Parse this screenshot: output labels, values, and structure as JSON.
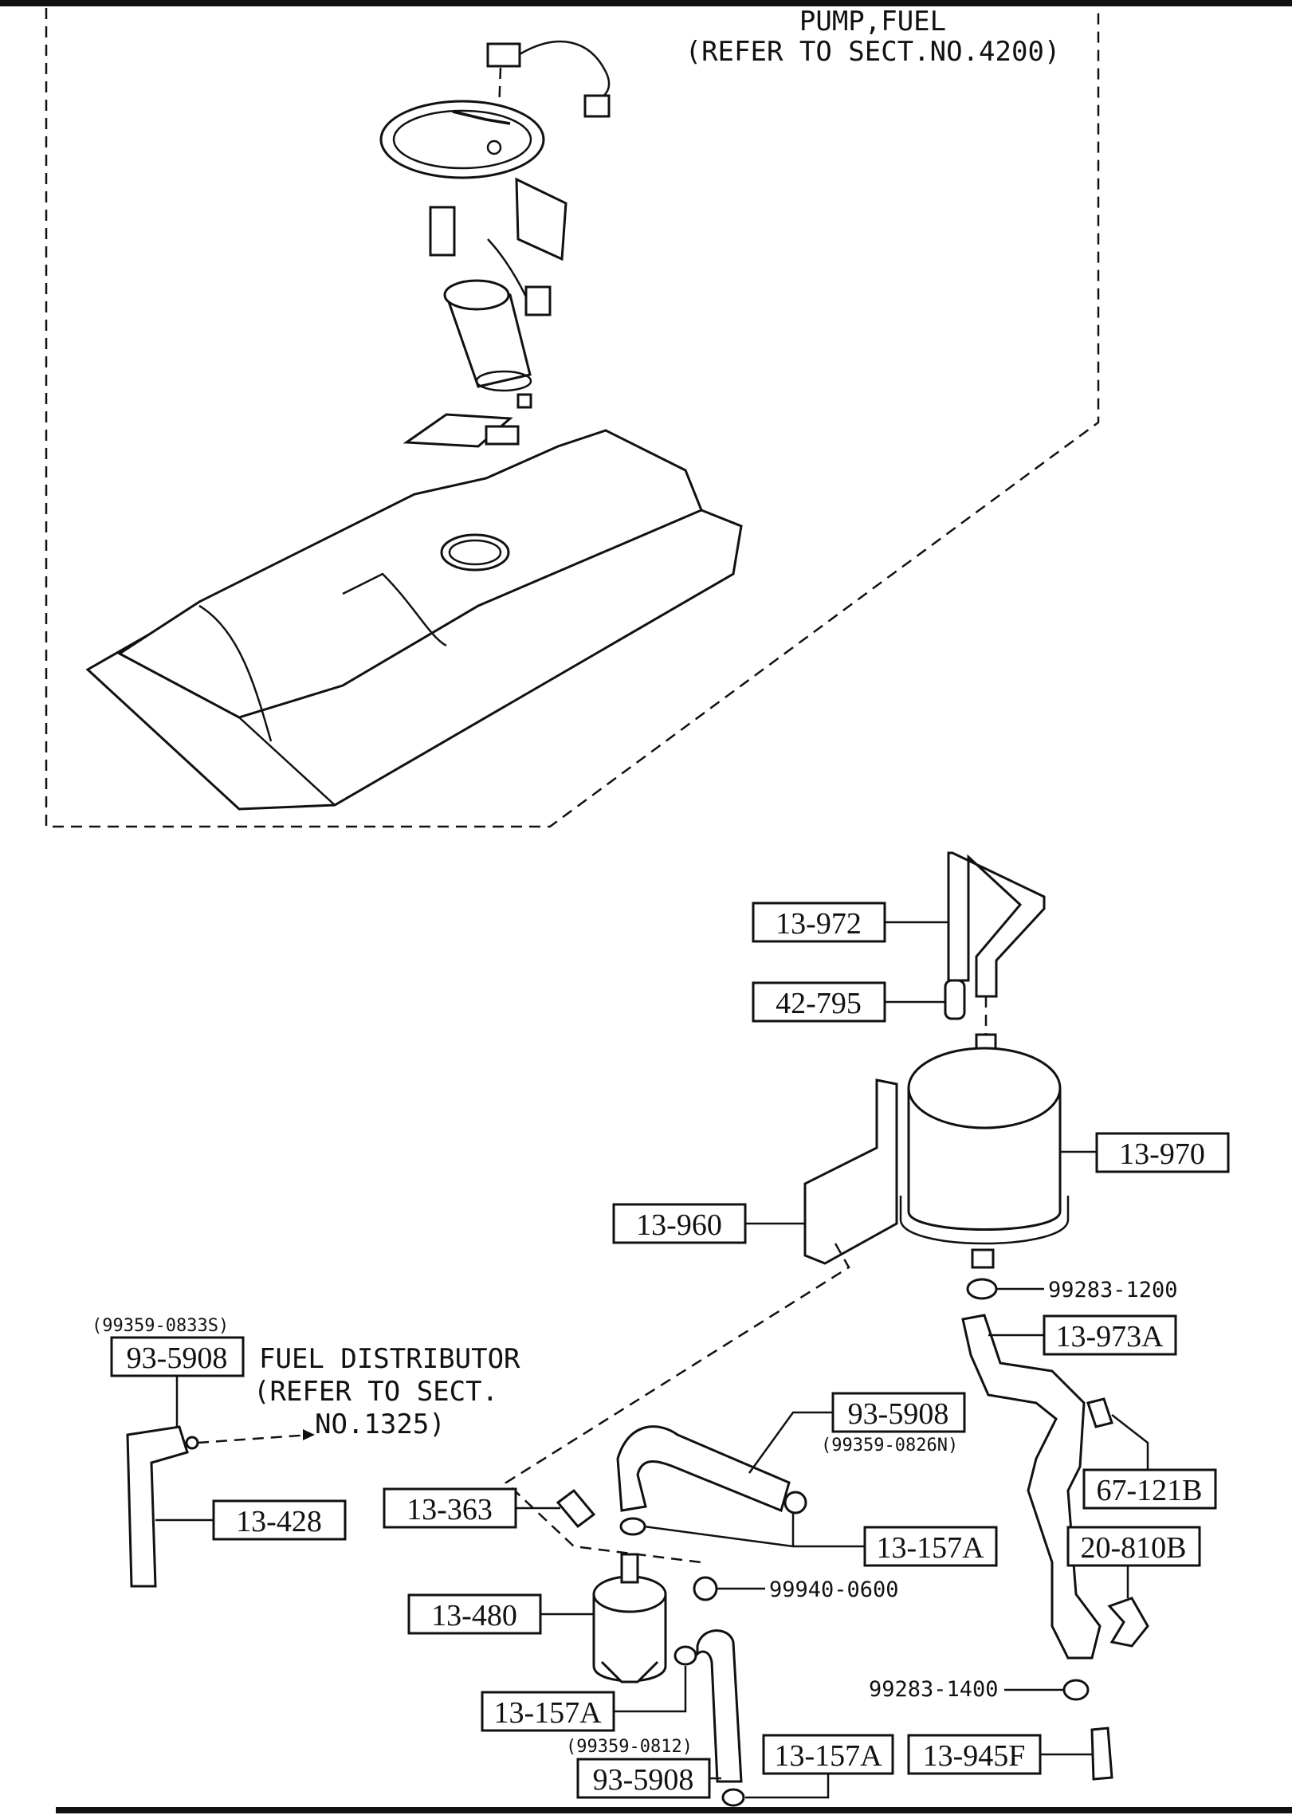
{
  "header": {
    "pump_title": "PUMP,FUEL",
    "pump_ref": "(REFER TO SECT.NO.4200)"
  },
  "labels": {
    "l_13_972": "13-972",
    "l_42_795": "42-795",
    "l_13_970": "13-970",
    "l_13_960": "13-960",
    "l_99283_1200": "99283-1200",
    "l_13_973a": "13-973A",
    "l_small_0833": "(99359-0833S)",
    "l_93_5908_left": "93-5908",
    "fuel_dist_1": "FUEL DISTRIBUTOR",
    "fuel_dist_2": "(REFER TO SECT.",
    "fuel_dist_3": "NO.1325)",
    "l_13_428": "13-428",
    "l_93_5908_mid": "93-5908",
    "l_small_0826": "(99359-0826N)",
    "l_67_121b": "67-121B",
    "l_13_363": "13-363",
    "l_13_157a_right": "13-157A",
    "l_20_810b": "20-810B",
    "l_99940_0600": "99940-0600",
    "l_13_480": "13-480",
    "l_99283_1400": "99283-1400",
    "l_13_157a_left": "13-157A",
    "l_small_0812": "(99359-0812)",
    "l_13_157a_bottom": "13-157A",
    "l_13_945f": "13-945F",
    "l_93_5908_bottom": "93-5908"
  }
}
